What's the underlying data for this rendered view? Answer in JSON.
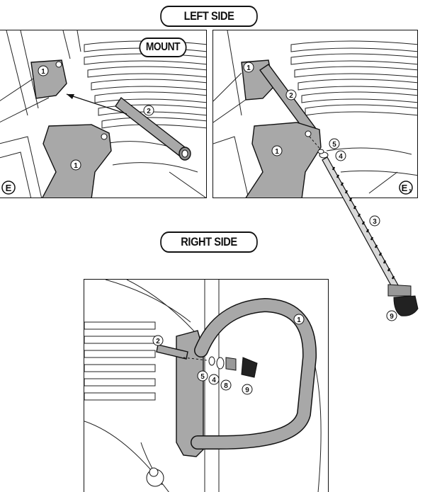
{
  "headings": {
    "left_side": "LEFT SIDE",
    "mount": "MOUNT",
    "right_side": "RIGHT SIDE"
  },
  "panels": {
    "left_a": {
      "corner_label": "E",
      "callouts": [
        "1",
        "1",
        "2"
      ]
    },
    "left_b": {
      "corner_label": "E",
      "corner_sub": "1",
      "callouts": [
        "1",
        "2",
        "1",
        "5",
        "4"
      ]
    },
    "right": {
      "callouts": [
        "1",
        "2",
        "5",
        "4",
        "8",
        "9"
      ]
    }
  },
  "outside_callouts": [
    "3",
    "9"
  ],
  "colors": {
    "part_fill": "#a8a8a8",
    "line": "#111111",
    "background": "#ffffff"
  }
}
